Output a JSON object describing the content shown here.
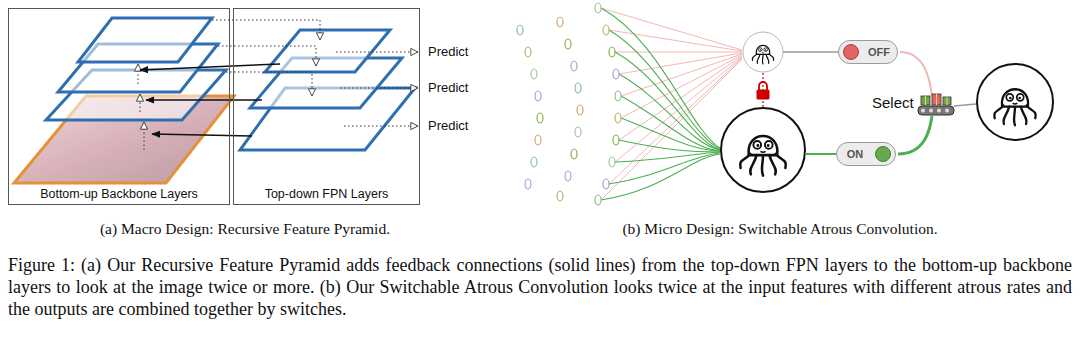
{
  "diagram": {
    "caption": "Figure 1: (a) Our Recursive Feature Pyramid adds feedback connections (solid lines) from the top-down FPN layers to the bottom-up backbone layers to look at the image twice or more. (b) Our Switchable Atrous Convolution looks twice at the input features with different atrous rates and the outputs are combined together by switches.",
    "nodes": [
      {
        "text": [
          "Bottom-up Backbone Layers"
        ]
      },
      {
        "text": [
          "Top-down FPN Layers"
        ]
      },
      {
        "text": [
          "OFF"
        ]
      },
      {
        "text": [
          "ON"
        ]
      }
    ],
    "labels": [
      "Predict",
      "Predict",
      "Predict",
      "Select",
      "(a) Macro Design: Recursive Feature Pyramid.",
      "(b) Micro Design: Switchable Atrous Convolution."
    ]
  }
}
